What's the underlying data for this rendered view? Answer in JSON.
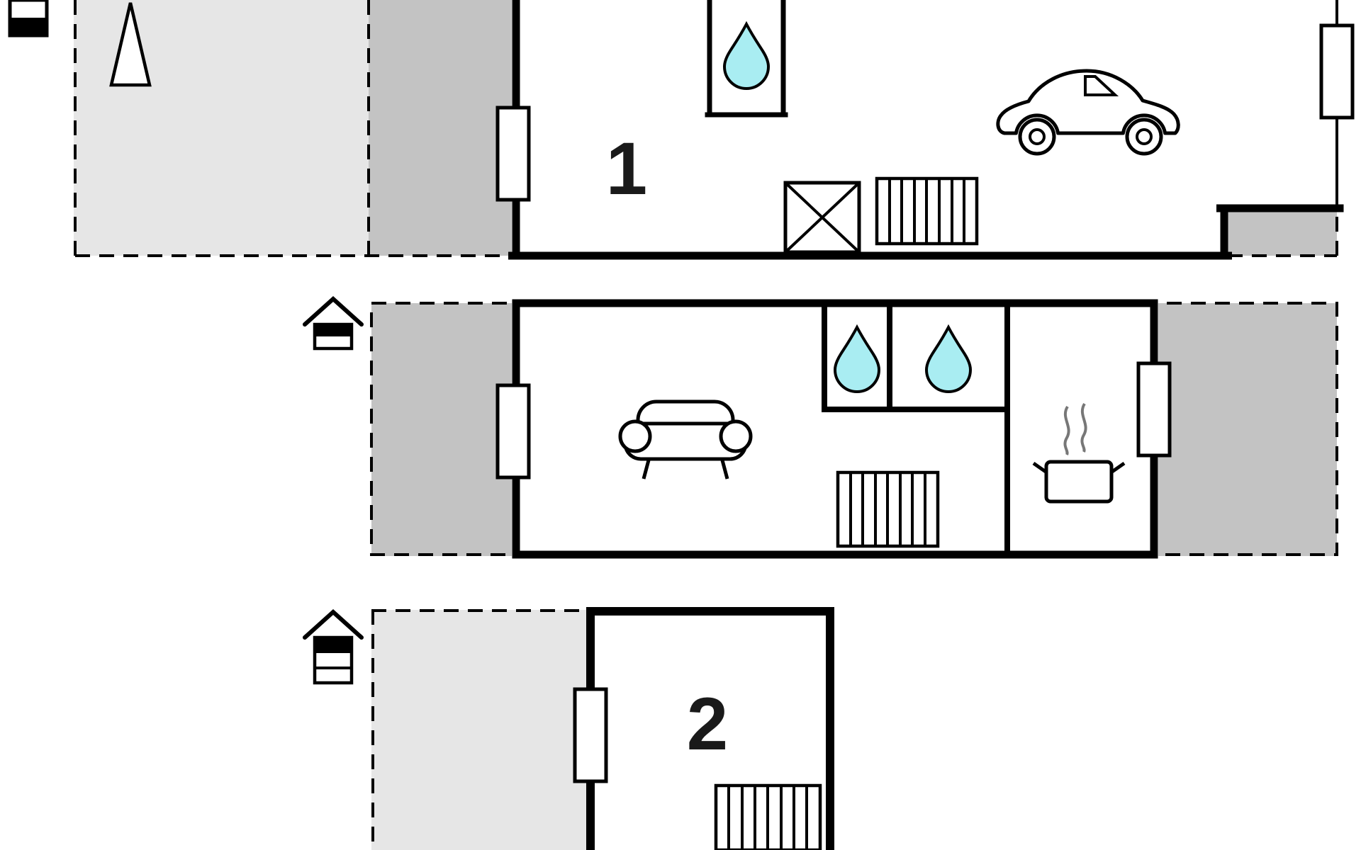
{
  "document": {
    "background": "#ffffff"
  },
  "colors": {
    "outline": "#000000",
    "area_light_gray": "#e6e6e6",
    "area_dark_gray": "#c3c3c3",
    "water_drop": "#a9edf2",
    "steam": "#777777",
    "label_text": "#1a1a1a"
  },
  "plans": [
    {
      "label": "1",
      "level_indicator": "house-level-bottom",
      "features": [
        "room-1",
        "shower-water-drop",
        "window-left",
        "window-right",
        "cross-hatch-box",
        "staircase",
        "carport-with-car",
        "terrace-light-gray",
        "terrace-dark-gray",
        "tree-triangle-marker"
      ]
    },
    {
      "label": "",
      "level_indicator": "house-level-middle",
      "features": [
        "sofa-living-room",
        "shower-water-drop",
        "shower-water-drop",
        "staircase",
        "kitchen-pot-with-steam",
        "window-left",
        "window-right",
        "terrace-dark-gray-left",
        "terrace-dark-gray-right"
      ]
    },
    {
      "label": "2",
      "level_indicator": "house-level-top",
      "features": [
        "room-2",
        "window-left",
        "staircase",
        "terrace-light-gray"
      ]
    }
  ]
}
